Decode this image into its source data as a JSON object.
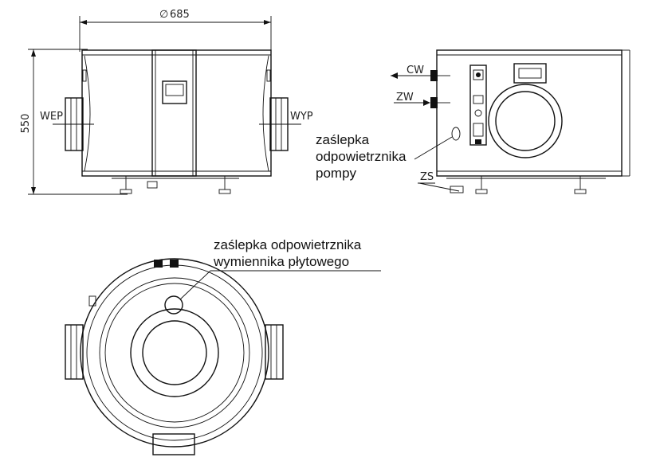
{
  "front_view": {
    "width_dim": "685",
    "width_symbol": "∅",
    "height_dim": "550",
    "inlet_label": "WEP",
    "outlet_label": "WYP"
  },
  "side_view": {
    "cold_water_label": "CW",
    "hot_water_label": "ZW",
    "drain_label": "ZS",
    "pump_vent_line1": "zaślepka",
    "pump_vent_line2": "odpowietrznika",
    "pump_vent_line3": "pompy"
  },
  "top_view": {
    "plate_vent_line1": "zaślepka odpowietrznika",
    "plate_vent_line2": "wymiennika płytowego"
  }
}
